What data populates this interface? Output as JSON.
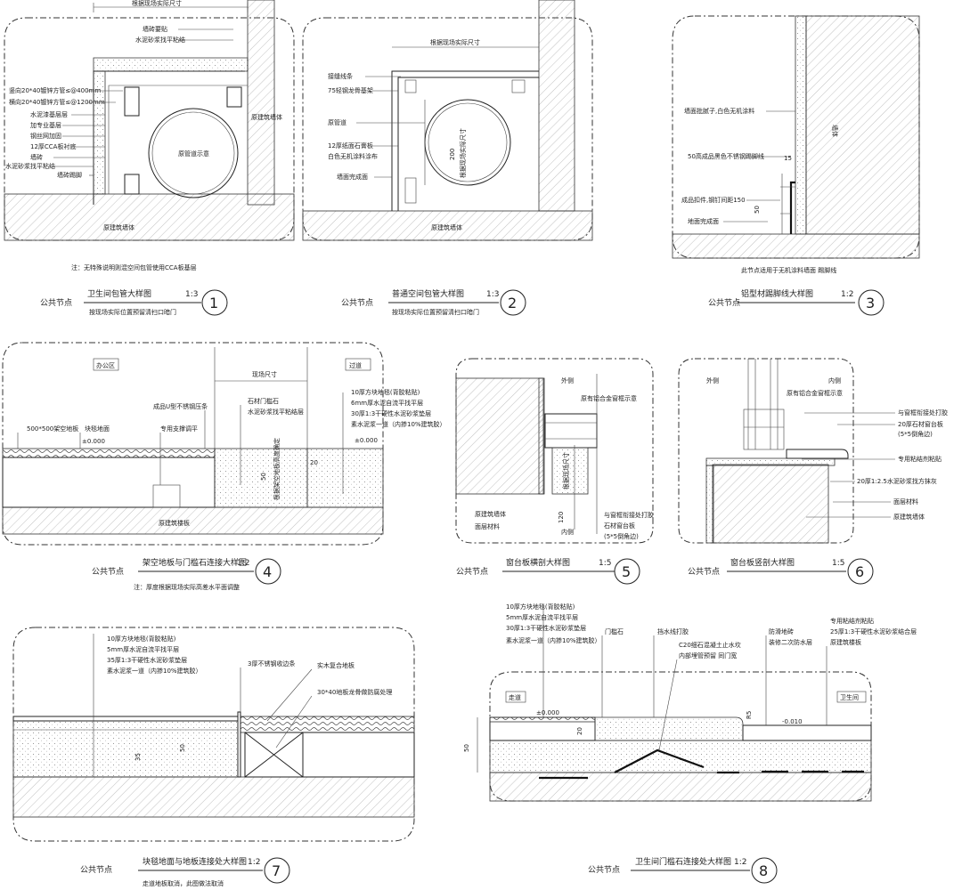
{
  "d1": {
    "top_dim": "根据现场实际尺寸",
    "labels": [
      "墙砖要贴",
      "水泥砂浆找平粘结",
      "竖向20*40镀锌方管≤@400mm",
      "横向20*40镀锌方管≤@1200mm",
      "水泥漆基层层",
      "加专业基层",
      "钢丝网加固",
      "12厚CCA板衬底",
      "墙砖",
      "水泥砂浆找平粘结",
      "墙砖踢脚"
    ],
    "pipe": "原管道示意",
    "wall_right": "原建筑墙体",
    "wall_bottom": "原建筑墙体",
    "note": "注：无特殊说明则混空间包管使用CCA板基层",
    "prefix": "公共节点",
    "title": "卫生间包管大样图",
    "scale": "1:3",
    "sub": "按现场实际位置预留清扫口暗门",
    "num": "1"
  },
  "d2": {
    "top_dim": "根据现场实际尺寸",
    "labels": [
      "接缝线条",
      "75轻钢龙骨基架",
      "原管道",
      "12厚纸面石膏板",
      "白色无机涂料涂布",
      "墙面完成面"
    ],
    "side_dim": "200",
    "side_dim2": "根据现场实际尺寸",
    "wall_bottom": "原建筑墙体",
    "prefix": "公共节点",
    "title": "普通空间包管大样图",
    "scale": "1:3",
    "sub": "按现场实际位置预留清扫口暗门",
    "num": "2"
  },
  "d3": {
    "labels": [
      "墙面批腻子,白色无机涂料",
      "50高成品黑色不锈钢踢脚线",
      "成品扣件,钢钉间距150",
      "地面完成面"
    ],
    "wall": "墙体",
    "dims": [
      "15",
      "50"
    ],
    "note": "此节点适用于无机涂料墙面 踢脚线",
    "prefix": "公共节点",
    "title": "铝型材踢脚线大样图",
    "scale": "1:2",
    "num": "3"
  },
  "d4": {
    "tag_left": "办公区",
    "tag_right": "过道",
    "top_dim": "现场尺寸",
    "labels": [
      "500*500架空地板",
      "块毯地面",
      "专用支撑调平",
      "成品U型不锈钢压条",
      "石材门槛石",
      "水泥砂浆找平粘结层",
      "10厚方块地毯(背胶粘贴)",
      "6mm厚水泥自流平找平层",
      "30厚1:3干硬性水泥砂浆垫层",
      "素水泥浆一道（内掺10%建筑胶）"
    ],
    "elev_left": "±0.000",
    "elev_right": "±0.000",
    "dims": [
      "20",
      "50",
      "根据架空地板高度确定"
    ],
    "floor": "原建筑楼板",
    "prefix": "公共节点",
    "title": "架空地板与门槛石连接大样图",
    "scale": "1:2",
    "sub": "注：厚度根据现场实际高差水平面调整",
    "num": "4"
  },
  "d5": {
    "tag_out": "外侧",
    "tag_in": "内侧",
    "labels": [
      "原有铝合金窗框示意",
      "原建筑墙体",
      "面层材料",
      "与窗框衔接处打胶",
      "石材窗台板",
      "(5*5倒角边)"
    ],
    "dims": [
      "根据现场尺寸",
      "120"
    ],
    "prefix": "公共节点",
    "title": "窗台板横剖大样图",
    "scale": "1:5",
    "num": "5"
  },
  "d6": {
    "tag_out": "外侧",
    "tag_in": "内侧",
    "labels": [
      "原有铝合金窗框示意",
      "与窗框衔接处打胶",
      "20厚石材窗台板",
      "(5*5倒角边)",
      "专用粘结剂粘贴",
      "20厚1:2.5水泥砂浆找方抹灰",
      "面层材料",
      "原建筑墙体"
    ],
    "prefix": "公共节点",
    "title": "窗台板竖剖大样图",
    "scale": "1:5",
    "num": "6"
  },
  "d7": {
    "labels": [
      "10厚方块地毯(背胶粘贴)",
      "5mm厚水泥自流平找平层",
      "35厚1:3干硬性水泥砂浆垫层",
      "素水泥浆一道（内掺10%建筑胶）",
      "3厚不锈钢收边条",
      "实木复合地板",
      "30*40地板龙骨做防腐处理"
    ],
    "dims": [
      "35",
      "50"
    ],
    "prefix": "公共节点",
    "title": "块毯地面与地板连接处大样图",
    "scale": "1:2",
    "sub": "走道地板取消，此图做法取消",
    "num": "7"
  },
  "d8": {
    "labels_l": [
      "10厚方块地毯(背胶粘贴)",
      "5mm厚水泥自流平找平层",
      "30厚1:3干硬性水泥砂浆垫层",
      "素水泥浆一道（内掺10%建筑胶）"
    ],
    "labels_m": [
      "门槛石",
      "挡水线打胶",
      "C20细石混凝土止水坎",
      "内部埋管预留 同门宽"
    ],
    "labels_r": [
      "防滑地砖",
      "装修二次防水层",
      "专用粘结剂粘贴",
      "25厚1:3干硬性水泥砂浆结合层",
      "原建筑楼板"
    ],
    "tag_left": "走道",
    "tag_right": "卫生间",
    "elev_left": "±0.000",
    "elev_right": "-0.010",
    "dims": [
      "20",
      "50",
      "R5"
    ],
    "prefix": "公共节点",
    "title": "卫生间门槛石连接处大样图",
    "scale": "1:2",
    "num": "8"
  }
}
